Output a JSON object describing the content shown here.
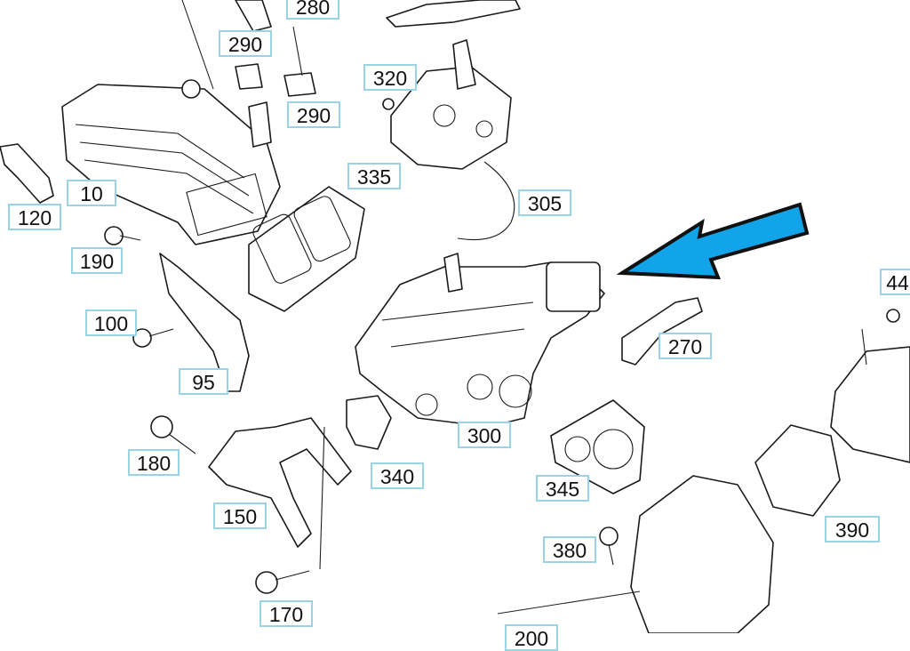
{
  "diagram": {
    "callouts": [
      {
        "id": "c280",
        "text": "280"
      },
      {
        "id": "c290a",
        "text": "290"
      },
      {
        "id": "c290b",
        "text": "290"
      },
      {
        "id": "c320",
        "text": "320"
      },
      {
        "id": "c335",
        "text": "335"
      },
      {
        "id": "c305",
        "text": "305"
      },
      {
        "id": "c10",
        "text": "10"
      },
      {
        "id": "c120",
        "text": "120"
      },
      {
        "id": "c190",
        "text": "190"
      },
      {
        "id": "c100",
        "text": "100"
      },
      {
        "id": "c95",
        "text": "95"
      },
      {
        "id": "c270",
        "text": "270"
      },
      {
        "id": "c300",
        "text": "300"
      },
      {
        "id": "c180",
        "text": "180"
      },
      {
        "id": "c340",
        "text": "340"
      },
      {
        "id": "c345",
        "text": "345"
      },
      {
        "id": "c150",
        "text": "150"
      },
      {
        "id": "c380",
        "text": "380"
      },
      {
        "id": "c390",
        "text": "390"
      },
      {
        "id": "c170",
        "text": "170"
      },
      {
        "id": "c44",
        "text": "44"
      },
      {
        "id": "c200",
        "text": "200"
      }
    ],
    "pointer_arrow": {
      "color": "#12a4e8",
      "outline": "#111111"
    }
  }
}
